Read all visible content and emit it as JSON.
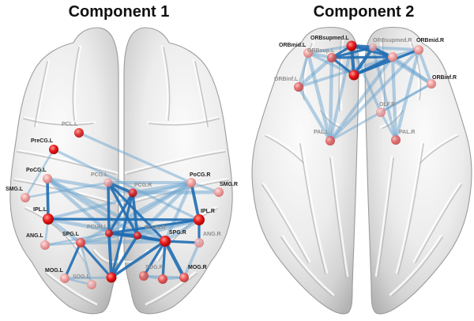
{
  "figure": {
    "panels": [
      {
        "title": "Component 1",
        "nodes": [
          {
            "id": "PCL.L",
            "label": "PCL.L",
            "strength": 0.85
          },
          {
            "id": "PreCG.L",
            "label": "PreCG.L",
            "strength": 0.85
          },
          {
            "id": "PoCG.L",
            "label": "PoCG.L",
            "strength": 0.4
          },
          {
            "id": "SMG.L",
            "label": "SMG.L",
            "strength": 0.4
          },
          {
            "id": "PCG.L",
            "label": "PCG.L",
            "strength": 0.4
          },
          {
            "id": "IPL.L",
            "label": "IPL.L",
            "strength": 1.0
          },
          {
            "id": "ANG.L",
            "label": "ANG.L",
            "strength": 0.45
          },
          {
            "id": "SPG.L",
            "label": "SPG.L",
            "strength": 0.55
          },
          {
            "id": "PCUN.L",
            "label": "PCUN.L",
            "strength": 0.8
          },
          {
            "id": "MOG.L",
            "label": "MOG.L",
            "strength": 0.45
          },
          {
            "id": "SOG.L",
            "label": "SOG.L",
            "strength": 0.4
          },
          {
            "id": "node-12",
            "label": null,
            "strength": 0.9
          },
          {
            "id": "PCG.R",
            "label": "PCG.R",
            "strength": 0.8
          },
          {
            "id": "PoCG.R",
            "label": "PoCG.R",
            "strength": 0.4
          },
          {
            "id": "SMG.R",
            "label": "SMG.R",
            "strength": 0.4
          },
          {
            "id": "IPL.R",
            "label": "IPL.R",
            "strength": 1.0
          },
          {
            "id": "SPG.R",
            "label": "SPG.R",
            "strength": 1.0
          },
          {
            "id": "PCUN.R",
            "label": "PCUN.R",
            "strength": 0.75
          },
          {
            "id": "ANG.R",
            "label": "ANG.R",
            "strength": 0.4
          },
          {
            "id": "SOG.R",
            "label": "SOG.R",
            "strength": 0.6
          },
          {
            "id": "node-21",
            "label": null,
            "strength": 0.6
          },
          {
            "id": "MOG.R",
            "label": "MOG.R",
            "strength": 0.55
          }
        ],
        "edges": [
          {
            "source": "PoCG.L",
            "target": "IPL.L",
            "weight": 0.75
          },
          {
            "source": "PCG.L",
            "target": "PCG.R",
            "weight": 0.8
          },
          {
            "source": "PCG.L",
            "target": "PCUN.L",
            "weight": 0.7
          },
          {
            "source": "PCG.L",
            "target": "PCUN.R",
            "weight": 0.65
          },
          {
            "source": "PCG.R",
            "target": "PCUN.L",
            "weight": 0.65
          },
          {
            "source": "PCG.R",
            "target": "PCUN.R",
            "weight": 0.7
          },
          {
            "source": "PoCG.R",
            "target": "IPL.R",
            "weight": 0.8
          },
          {
            "source": "IPL.R",
            "target": "ANG.R",
            "weight": 0.6
          },
          {
            "source": "SPG.R",
            "target": "ANG.R",
            "weight": 0.6
          },
          {
            "source": "SPG.R",
            "target": "MOG.R",
            "weight": 0.95
          },
          {
            "source": "SPG.R",
            "target": "node-21",
            "weight": 0.65
          },
          {
            "source": "SPG.R",
            "target": "PCUN.R",
            "weight": 0.7
          },
          {
            "source": "SPG.R",
            "target": "PCUN.L",
            "weight": 0.65
          },
          {
            "source": "SPG.R",
            "target": "node-12",
            "weight": 0.7
          },
          {
            "source": "PCUN.L",
            "target": "node-12",
            "weight": 0.8
          },
          {
            "source": "node-12",
            "target": "PCUN.R",
            "weight": 0.75
          },
          {
            "source": "SPG.L",
            "target": "MOG.L",
            "weight": 0.65
          },
          {
            "source": "IPL.L",
            "target": "IPL.R",
            "weight": 0.65
          },
          {
            "source": "IPL.R",
            "target": "PCUN.L",
            "weight": 0.6
          },
          {
            "source": "PCUN.L",
            "target": "PCUN.R",
            "weight": 0.7
          },
          {
            "source": "PCG.L",
            "target": "SPG.R",
            "weight": 0.6
          },
          {
            "source": "SPG.R",
            "target": "SOG.R",
            "weight": 0.6
          },
          {
            "source": "node-12",
            "target": "SPG.L",
            "weight": 0.6
          },
          {
            "source": "PCG.R",
            "target": "node-12",
            "weight": 0.6
          },
          {
            "source": "PCL.L",
            "target": "PoCG.R",
            "weight": 0.3
          },
          {
            "source": "PreCG.L",
            "target": "SMG.L",
            "weight": 0.2
          },
          {
            "source": "PreCG.L",
            "target": "IPL.R",
            "weight": 0.3
          },
          {
            "source": "PoCG.L",
            "target": "PCUN.L",
            "weight": 0.5
          },
          {
            "source": "PoCG.L",
            "target": "PCUN.R",
            "weight": 0.5
          },
          {
            "source": "PoCG.L",
            "target": "SPG.R",
            "weight": 0.5
          },
          {
            "source": "PoCG.L",
            "target": "PCG.R",
            "weight": 0.45
          },
          {
            "source": "SMG.L",
            "target": "PCG.L",
            "weight": 0.2
          },
          {
            "source": "IPL.L",
            "target": "ANG.L",
            "weight": 0.2
          },
          {
            "source": "IPL.L",
            "target": "SPG.L",
            "weight": 0.5
          },
          {
            "source": "IPL.L",
            "target": "PCUN.R",
            "weight": 0.5
          },
          {
            "source": "ANG.L",
            "target": "SPG.L",
            "weight": 0.2
          },
          {
            "source": "ANG.L",
            "target": "PCUN.L",
            "weight": 0.2
          },
          {
            "source": "SPG.L",
            "target": "SOG.L",
            "weight": 0.3
          },
          {
            "source": "MOG.L",
            "target": "SOG.L",
            "weight": 0.2
          },
          {
            "source": "MOG.L",
            "target": "node-12",
            "weight": 0.25
          },
          {
            "source": "SPG.L",
            "target": "SPG.R",
            "weight": 0.55
          },
          {
            "source": "PCG.R",
            "target": "PoCG.R",
            "weight": 0.55
          },
          {
            "source": "PCG.R",
            "target": "SMG.R",
            "weight": 0.5
          },
          {
            "source": "PoCG.R",
            "target": "SMG.R",
            "weight": 0.3
          },
          {
            "source": "PoCG.R",
            "target": "PCUN.L",
            "weight": 0.5
          },
          {
            "source": "PoCG.R",
            "target": "PCUN.R",
            "weight": 0.5
          },
          {
            "source": "PoCG.R",
            "target": "SPG.L",
            "weight": 0.45
          },
          {
            "source": "PoCG.R",
            "target": "IPL.L",
            "weight": 0.4
          },
          {
            "source": "PoCG.R",
            "target": "SPG.R",
            "weight": 0.45
          },
          {
            "source": "PoCG.R",
            "target": "PCG.L",
            "weight": 0.4
          },
          {
            "source": "IPL.R",
            "target": "SPG.L",
            "weight": 0.45
          },
          {
            "source": "IPL.R",
            "target": "PCUN.R",
            "weight": 0.55
          },
          {
            "source": "IPL.R",
            "target": "SPG.R",
            "weight": 0.55
          },
          {
            "source": "SOG.R",
            "target": "MOG.R",
            "weight": 0.2
          },
          {
            "source": "SOG.R",
            "target": "node-21",
            "weight": 0.25
          },
          {
            "source": "node-21",
            "target": "MOG.R",
            "weight": 0.25
          },
          {
            "source": "MOG.R",
            "target": "ANG.R",
            "weight": 0.35
          }
        ]
      },
      {
        "title": "Component 2",
        "nodes": [
          {
            "id": "ORBmid.L",
            "label": "ORBmid.L",
            "strength": 0.45
          },
          {
            "id": "ORBsupmed.L",
            "label": "ORBsupmed.L",
            "strength": 1.0
          },
          {
            "id": "ORBsup.L",
            "label": "ORBsup.L",
            "strength": 0.7
          },
          {
            "id": "node-4",
            "label": null,
            "strength": 0.95
          },
          {
            "id": "ORBinf.L",
            "label": "ORBinf.L",
            "strength": 0.55
          },
          {
            "id": "PAL.L",
            "label": "PAL.L",
            "strength": 0.5
          },
          {
            "id": "ORBsupmed.R",
            "label": "ORBsupmed.R",
            "strength": 0.45
          },
          {
            "id": "node-8",
            "label": null,
            "strength": 0.4
          },
          {
            "id": "ORBmid.R",
            "label": "ORBmid.R",
            "strength": 0.45
          },
          {
            "id": "ORBinf.R",
            "label": "ORBinf.R",
            "strength": 0.45
          },
          {
            "id": "OLF.R",
            "label": "OLF.R",
            "strength": 0.4
          },
          {
            "id": "PAL.R",
            "label": "PAL.R",
            "strength": 0.5
          }
        ],
        "edges": [
          {
            "source": "ORBsupmed.L",
            "target": "ORBsupmed.R",
            "weight": 1.0
          },
          {
            "source": "ORBsupmed.L",
            "target": "node-4",
            "weight": 0.9
          },
          {
            "source": "node-4",
            "target": "ORBsupmed.R",
            "weight": 0.9
          },
          {
            "source": "ORBsupmed.L",
            "target": "node-8",
            "weight": 0.7
          },
          {
            "source": "node-4",
            "target": "node-8",
            "weight": 0.8
          },
          {
            "source": "ORBsupmed.R",
            "target": "node-8",
            "weight": 0.6
          },
          {
            "source": "ORBsup.L",
            "target": "ORBsupmed.R",
            "weight": 0.6
          },
          {
            "source": "ORBsup.L",
            "target": "node-4",
            "weight": 0.65
          },
          {
            "source": "ORBsupmed.L",
            "target": "ORBsup.L",
            "weight": 0.6
          },
          {
            "source": "node-4",
            "target": "ORBmid.R",
            "weight": 0.6
          },
          {
            "source": "ORBsup.L",
            "target": "node-8",
            "weight": 0.6
          },
          {
            "source": "ORBmid.L",
            "target": "ORBsup.L",
            "weight": 0.4
          },
          {
            "source": "ORBmid.L",
            "target": "ORBsupmed.L",
            "weight": 0.35
          },
          {
            "source": "ORBinf.L",
            "target": "ORBmid.L",
            "weight": 0.35
          },
          {
            "source": "ORBinf.L",
            "target": "ORBsup.L",
            "weight": 0.5
          },
          {
            "source": "ORBinf.L",
            "target": "node-8",
            "weight": 0.35
          },
          {
            "source": "PAL.L",
            "target": "ORBinf.L",
            "weight": 0.45
          },
          {
            "source": "PAL.L",
            "target": "ORBmid.L",
            "weight": 0.5
          },
          {
            "source": "PAL.L",
            "target": "ORBsup.L",
            "weight": 0.5
          },
          {
            "source": "PAL.L",
            "target": "node-8",
            "weight": 0.45
          },
          {
            "source": "PAL.L",
            "target": "ORBmid.R",
            "weight": 0.4
          },
          {
            "source": "PAL.L",
            "target": "ORBsupmed.L",
            "weight": 0.4
          },
          {
            "source": "ORBmid.R",
            "target": "node-8",
            "weight": 0.55
          },
          {
            "source": "ORBmid.R",
            "target": "ORBinf.R",
            "weight": 0.4
          },
          {
            "source": "ORBsupmed.R",
            "target": "ORBinf.R",
            "weight": 0.5
          },
          {
            "source": "node-8",
            "target": "ORBinf.R",
            "weight": 0.45
          },
          {
            "source": "ORBinf.R",
            "target": "OLF.R",
            "weight": 0.25
          },
          {
            "source": "OLF.R",
            "target": "ORBsupmed.L",
            "weight": 0.35
          },
          {
            "source": "OLF.R",
            "target": "PAL.R",
            "weight": 0.25
          },
          {
            "source": "PAL.R",
            "target": "ORBmid.R",
            "weight": 0.45
          },
          {
            "source": "PAL.R",
            "target": "node-8",
            "weight": 0.45
          },
          {
            "source": "PAL.R",
            "target": "ORBsupmed.R",
            "weight": 0.4
          },
          {
            "source": "ORBinf.R",
            "target": "PAL.L",
            "weight": 0.25
          },
          {
            "source": "ORBsupmed.R",
            "target": "ORBmid.R",
            "weight": 0.4
          },
          {
            "source": "ORBmid.L",
            "target": "node-4",
            "weight": 0.35
          }
        ]
      }
    ]
  },
  "colors": {
    "strong_edge": "#1f6db2",
    "weak_edge": "#6ea5d0",
    "hub_node": "#e8191a",
    "mid_node": "#e65b5b",
    "minor_node": "#eea0a0"
  }
}
